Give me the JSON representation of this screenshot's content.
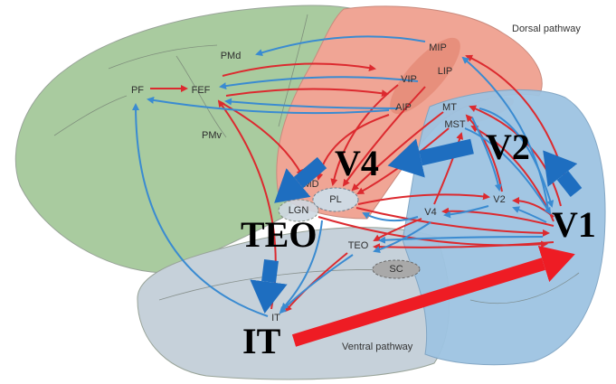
{
  "pathway_labels": {
    "dorsal": "Dorsal pathway",
    "ventral": "Ventral pathway"
  },
  "areas": {
    "pmd": "PMd",
    "pf": "PF",
    "fef": "FEF",
    "pmv": "PMv",
    "mip": "MIP",
    "lip": "LIP",
    "vip": "VIP",
    "aip": "AIP",
    "mt": "MT",
    "mst": "MST",
    "md": "MD",
    "pl": "PL",
    "lgn": "LGN",
    "v4": "V4",
    "v2": "V2",
    "teo": "TEO",
    "it": "IT",
    "sc": "SC"
  },
  "overlay_labels": {
    "v4": "V4",
    "v2": "V2",
    "teo": "TEO",
    "v1": "V1",
    "it": "IT"
  },
  "colors": {
    "frontal": "#a9cb9f",
    "parietal": "#f0a595",
    "parietal_dark": "#e2836f",
    "occipital": "#9ec4e2",
    "temporal": "#c6d1da",
    "outline": "#98a398",
    "red_arrow": "#dc2a2f",
    "blue_arrow": "#3a8bd1",
    "big_blue_arrow": "#1e6ec0",
    "big_red_arrow": "#ee1c24",
    "oval_light": "#cfd9e2",
    "oval_dark": "#a9a9a9"
  }
}
